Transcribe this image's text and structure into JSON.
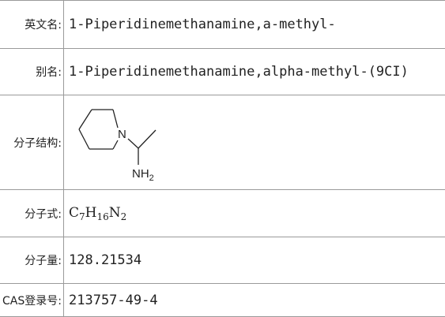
{
  "rows": [
    {
      "label": "英文名:",
      "value": "1-Piperidinemethanamine,a-methyl-"
    },
    {
      "label": "别名:",
      "value": "1-Piperidinemethanamine,alpha-methyl-(9CI)"
    },
    {
      "label": "分子结构:",
      "structure": {
        "atom_n": "N",
        "atom_nh2": "NH",
        "sub_2": "2"
      }
    },
    {
      "label": "分子式:",
      "formula": [
        {
          "el": "C",
          "n": "7"
        },
        {
          "el": "H",
          "n": "16"
        },
        {
          "el": "N",
          "n": "2"
        }
      ]
    },
    {
      "label": "分子量:",
      "value": "128.21534"
    },
    {
      "label": "CAS登录号:",
      "value": "213757-49-4"
    }
  ]
}
